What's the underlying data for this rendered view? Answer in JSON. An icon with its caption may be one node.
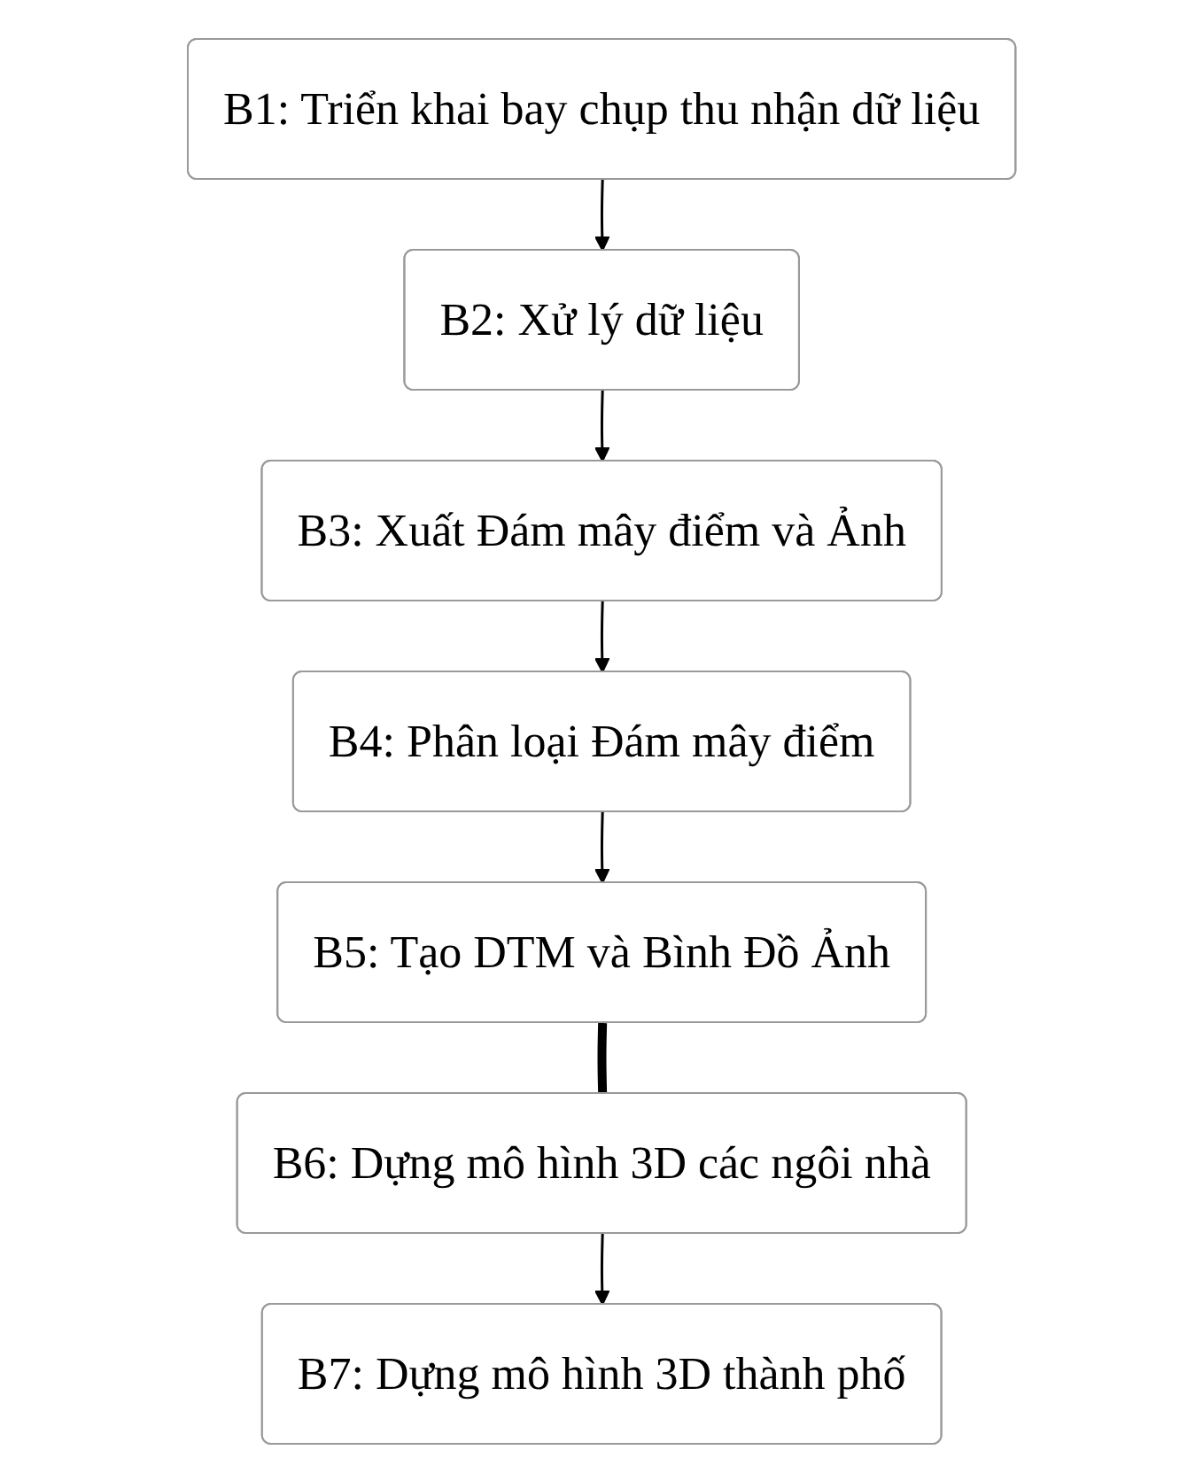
{
  "diagram": {
    "nodes": [
      {
        "text": [
          "B1: Triển khai bay chụp thu nhận dữ liệu"
        ]
      },
      {
        "text": [
          "B2: Xử lý dữ liệu"
        ]
      },
      {
        "text": [
          "B3: Xuất Đám mây điểm và Ảnh"
        ]
      },
      {
        "text": [
          "B4: Phân loại Đám mây điểm"
        ]
      },
      {
        "text": [
          "B5: Tạo DTM và Bình Đồ Ảnh"
        ]
      },
      {
        "text": [
          "B6: Dựng mô hình 3D các ngôi nhà"
        ]
      },
      {
        "text": [
          "B7: Dựng mô hình 3D thành phố"
        ]
      }
    ],
    "edges": [
      {
        "from": 0,
        "to": 1,
        "arrow": "to"
      },
      {
        "from": 1,
        "to": 2,
        "arrow": "to"
      },
      {
        "from": 2,
        "to": 3,
        "arrow": "to"
      },
      {
        "from": 3,
        "to": 4,
        "arrow": "to"
      },
      {
        "from": 4,
        "to": 5,
        "arrow": "none",
        "style": "thick"
      },
      {
        "from": 5,
        "to": 6,
        "arrow": "to"
      }
    ]
  }
}
